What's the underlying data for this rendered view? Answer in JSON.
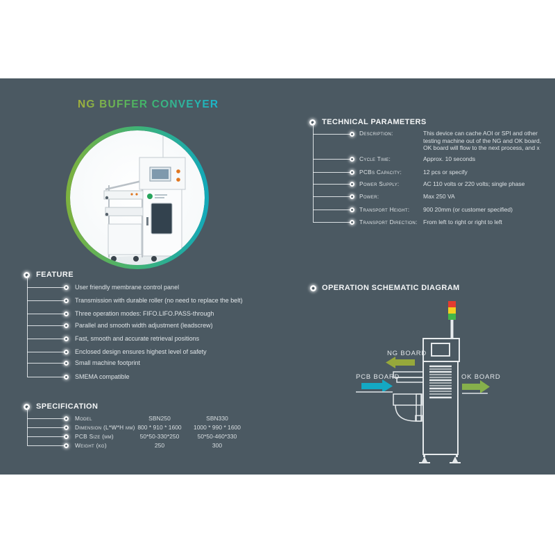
{
  "page": {
    "title": "NG BUFFER CONVEYER"
  },
  "technical": {
    "heading": "TECHNICAL PARAMETERS",
    "rows": [
      {
        "label": "Description:",
        "value": "This device can cache AOI or SPI and other testing machine out of the NG and OK board, OK board will flow to the next process, and x"
      },
      {
        "label": "Cycle Time:",
        "value": "Approx. 10 seconds"
      },
      {
        "label": "PCBs Capacity:",
        "value": "12 pcs or specify"
      },
      {
        "label": "Power Supply:",
        "value": "AC 110 volts or 220 volts; single phase"
      },
      {
        "label": "Power:",
        "value": "Max 250 VA"
      },
      {
        "label": "Transport Height:",
        "value": "900 20mm (or customer specified)"
      },
      {
        "label": "Transport Direction:",
        "value": "From left to right or right to left"
      }
    ]
  },
  "feature": {
    "heading": "FEATURE",
    "items": [
      "User friendly membrane control panel",
      "Transmission with durable roller (no need to replace the belt)",
      "Three operation modes: FIFO.LIFO.PASS-through",
      "Parallel and smooth width adjustment (leadscrew)",
      "Fast, smooth and accurate retrieval positions",
      "Enclosed design ensures highest level of safety",
      "Small machine footprint",
      "SMEMA compatible"
    ]
  },
  "specification": {
    "heading": "SPECIFICATION",
    "rows": [
      {
        "label": "Model",
        "model1": "SBN250",
        "model2": "SBN330"
      },
      {
        "label": "Dimension (L*W*H mm)",
        "model1": "800 * 910 * 1600",
        "model2": "1000 * 990 * 1600"
      },
      {
        "label": "PCB Size (mm)",
        "model1": "50*50-330*250",
        "model2": "50*50-460*330"
      },
      {
        "label": "Weight (kg)",
        "model1": "250",
        "model2": "300"
      }
    ]
  },
  "diagram": {
    "heading": "OPERATION SCHEMATIC DIAGRAM",
    "labels": {
      "ng": "NG BOARD",
      "pcb": "PCB BOARD",
      "ok": "OK BOARD"
    },
    "arrow_colors": {
      "ng": "#96a83b",
      "pcb": "#14a9c4",
      "ok": "#86b04b"
    },
    "tower_colors": {
      "red": "#e23b30",
      "yellow": "#f2cf1f",
      "green": "#42b649"
    }
  },
  "colors": {
    "page_background": "#ffffff",
    "content_background": "#4b5962",
    "title_gradient_start": "#a3b13b",
    "title_gradient_mid": "#45b565",
    "title_gradient_end": "#1ab5cd",
    "text": "#e3e7ea"
  }
}
